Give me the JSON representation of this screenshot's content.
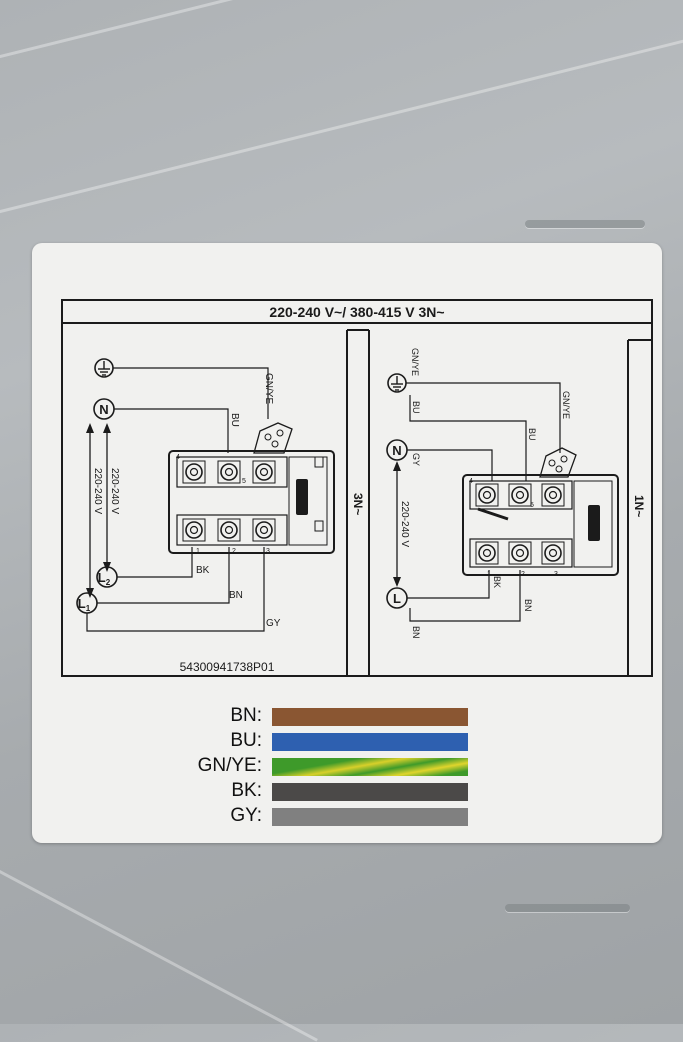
{
  "header": {
    "voltage": "220-240 V~/ 380-415 V 3N~"
  },
  "left_diagram": {
    "mode": "3N~",
    "earth_wire": "GN/YE",
    "wires": {
      "blue": "BU",
      "black": "BK",
      "brown": "BN",
      "grey": "GY"
    },
    "terminals": {
      "neutral": "N",
      "l2": "L",
      "l2_sub": "2",
      "l1": "L",
      "l1_sub": "1"
    },
    "voltage_a": "220-240 V",
    "voltage_b": "220-240 V",
    "part_number": "54300941738P01",
    "block_numbers": [
      "4",
      "5",
      "1",
      "2",
      "3"
    ]
  },
  "right_diagram": {
    "mode": "1N~",
    "earth_wire_top": "GN/YE",
    "earth_wire_side": "GN/YE",
    "wires": {
      "blue": "BU",
      "grey": "GY",
      "black": "BK",
      "brown": "BN",
      "brown_bottom": "BN"
    },
    "terminals": {
      "neutral": "N",
      "line": "L"
    },
    "voltage": "220-240 V",
    "block_numbers": [
      "4",
      "5",
      "1",
      "2",
      "3"
    ]
  },
  "legend": [
    {
      "code": "BN:",
      "name": "brown",
      "color": "#8a5632"
    },
    {
      "code": "BU:",
      "name": "blue",
      "color": "#2e60b0"
    },
    {
      "code": "GN/YE:",
      "name": "green-yellow",
      "color": "#4a9a2c",
      "color2": "#d8d02a"
    },
    {
      "code": "BK:",
      "name": "black",
      "color": "#4b4948"
    },
    {
      "code": "GY:",
      "name": "grey",
      "color": "#808080"
    }
  ]
}
